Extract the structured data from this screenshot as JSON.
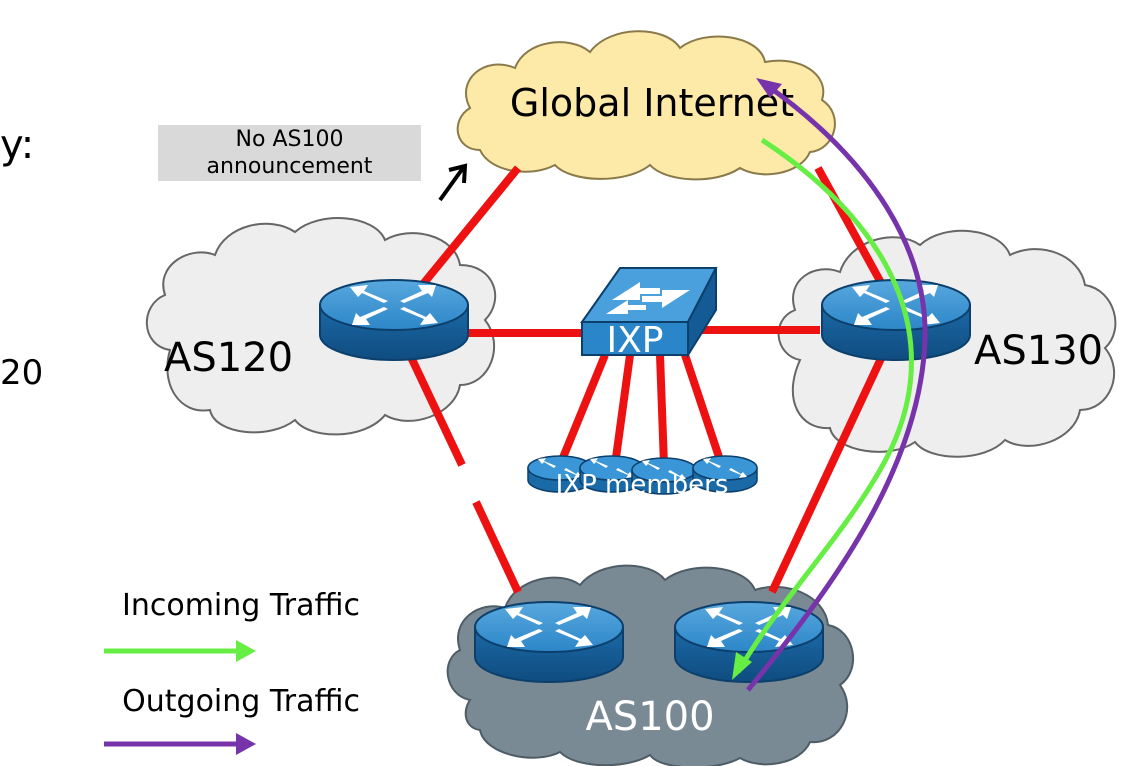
{
  "slide_fragments": {
    "heading_tail": "y:",
    "body_tail": "20"
  },
  "callout": {
    "line1": "No AS100",
    "line2": "announcement"
  },
  "clouds": {
    "global": "Global Internet",
    "as120": "AS120",
    "as130": "AS130",
    "as100": "AS100"
  },
  "ixp": {
    "switch_label": "IXP",
    "members_label": "IXP members"
  },
  "legend": {
    "incoming": {
      "label": "Incoming Traffic",
      "color": "#66ee44"
    },
    "outgoing": {
      "label": "Outgoing Traffic",
      "color": "#7733aa"
    }
  },
  "colors": {
    "link": "#ee1111",
    "router": "#1f7cc0",
    "internet_cloud": "#fde9a8",
    "as_cloud": "#eeeeee",
    "as100_cloud": "#7a8a94"
  }
}
